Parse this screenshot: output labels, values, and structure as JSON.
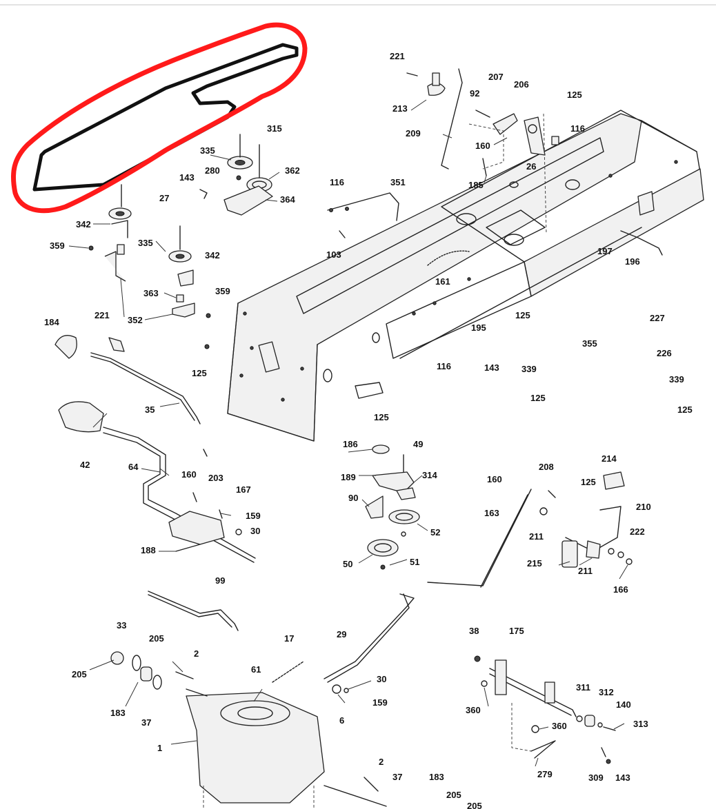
{
  "diagram": {
    "labels": [
      "221",
      "213",
      "207",
      "92",
      "206",
      "125",
      "116",
      "209",
      "160",
      "26",
      "185",
      "315",
      "335",
      "362",
      "280",
      "143",
      "364",
      "27",
      "342",
      "116",
      "351",
      "103",
      "359",
      "335",
      "342",
      "363",
      "359",
      "352",
      "161",
      "197",
      "196",
      "184",
      "221",
      "125",
      "125",
      "195",
      "227",
      "355",
      "226",
      "143",
      "116",
      "339",
      "339",
      "125",
      "125",
      "35",
      "125",
      "42",
      "186",
      "49",
      "189",
      "314",
      "64",
      "160",
      "203",
      "167",
      "159",
      "30",
      "188",
      "90",
      "52",
      "50",
      "51",
      "208",
      "214",
      "125",
      "160",
      "210",
      "163",
      "211",
      "222",
      "215",
      "211",
      "166",
      "99",
      "33",
      "205",
      "205",
      "2",
      "17",
      "183",
      "37",
      "61",
      "29",
      "30",
      "6",
      "159",
      "38",
      "175",
      "360",
      "311",
      "312",
      "140",
      "313",
      "360",
      "279",
      "309",
      "143",
      "1",
      "2",
      "37",
      "183",
      "205",
      "205"
    ],
    "highlight_color": "#ff1a1a",
    "belt_color": "#111111"
  }
}
